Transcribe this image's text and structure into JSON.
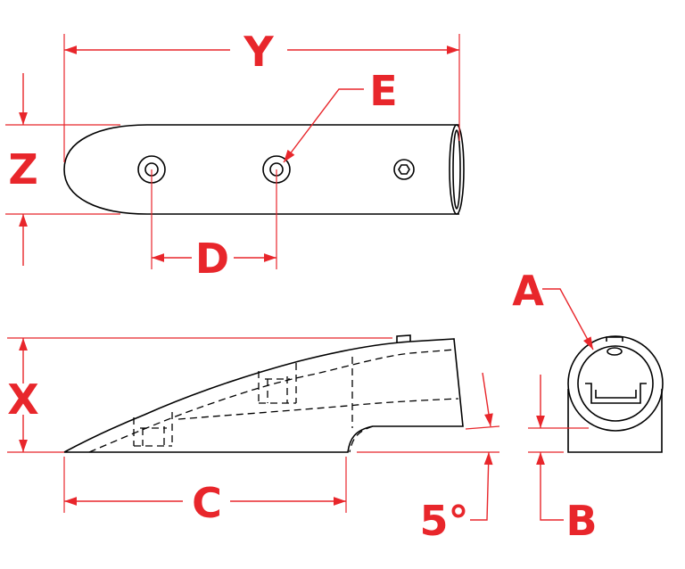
{
  "labels": {
    "y": "Y",
    "z": "Z",
    "e": "E",
    "d": "D",
    "x": "X",
    "c": "C",
    "a": "A",
    "b": "B",
    "angle": "5°"
  },
  "colors": {
    "dimension": "#e8262b",
    "outline": "#000000",
    "background": "#ffffff"
  }
}
